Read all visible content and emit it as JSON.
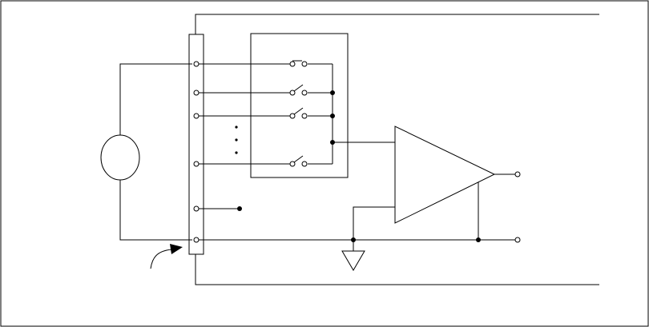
{
  "diagram": {
    "description_text": "",
    "colors": {
      "line": "#000000",
      "background": "#ffffff"
    },
    "components": [
      "outer-frame",
      "instrument-enclosure",
      "terminal-block",
      "signal-source",
      "multiplexer-box",
      "multiplexer-switches",
      "amplifier",
      "ground-symbol",
      "pointer-arrow"
    ]
  }
}
